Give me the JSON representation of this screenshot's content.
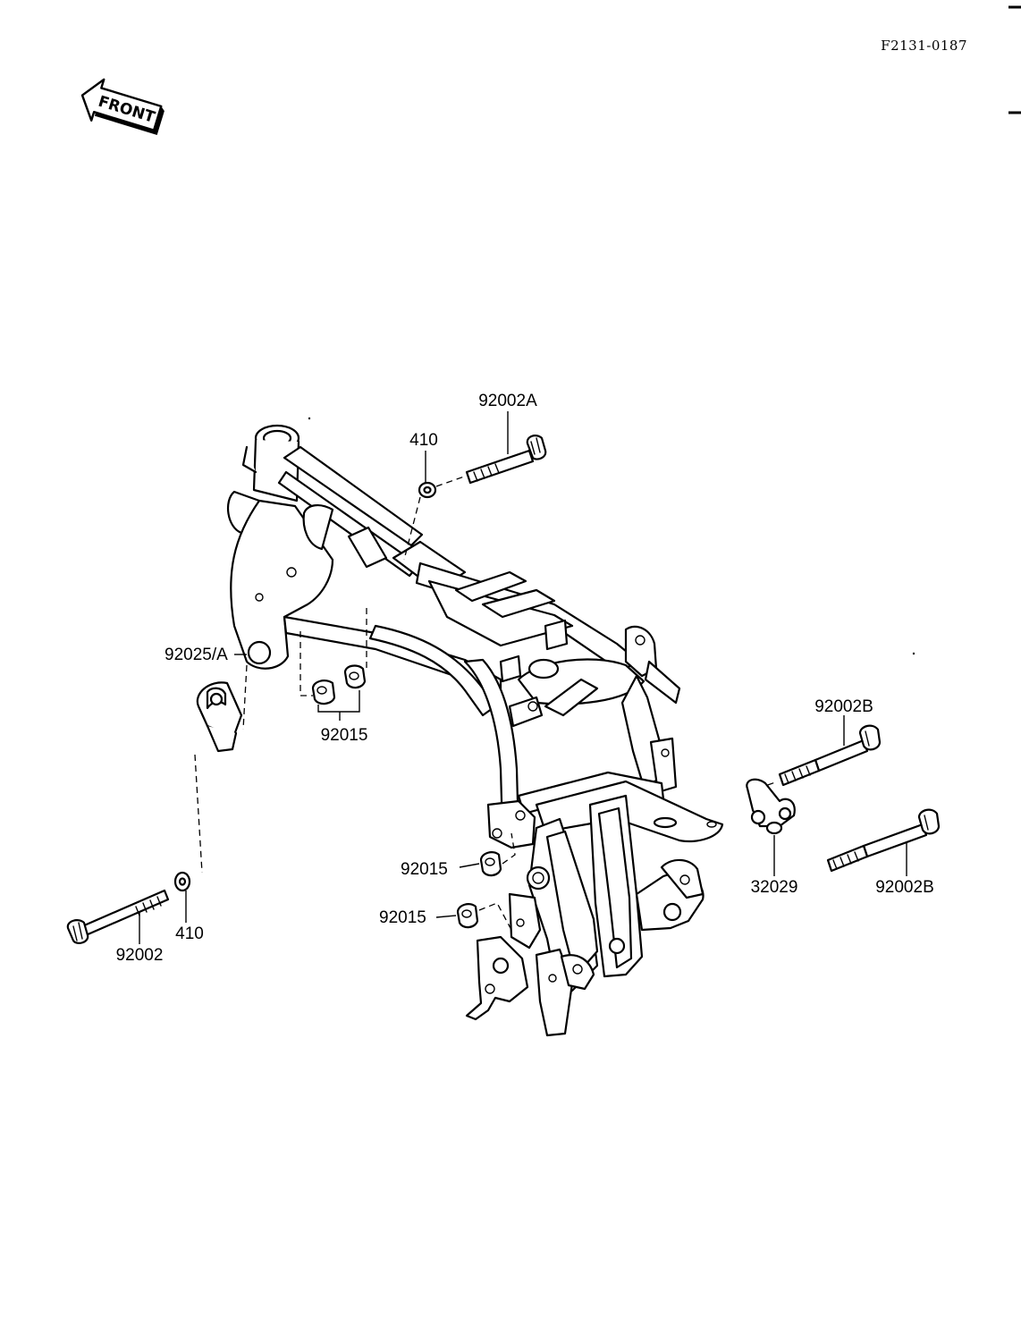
{
  "reference_code": "F2131-0187",
  "front_arrow_text": "FRONT",
  "callouts": {
    "bolt_a": "92002A",
    "washer_top": "410",
    "collar": "92025/A",
    "nuts_upper": "92015",
    "bolt_b_upper": "92002B",
    "bracket": "32029",
    "bolt_b_lower": "92002B",
    "nut_mid": "92015",
    "nut_lower": "92015",
    "bolt_left": "92002",
    "washer_left": "410"
  }
}
